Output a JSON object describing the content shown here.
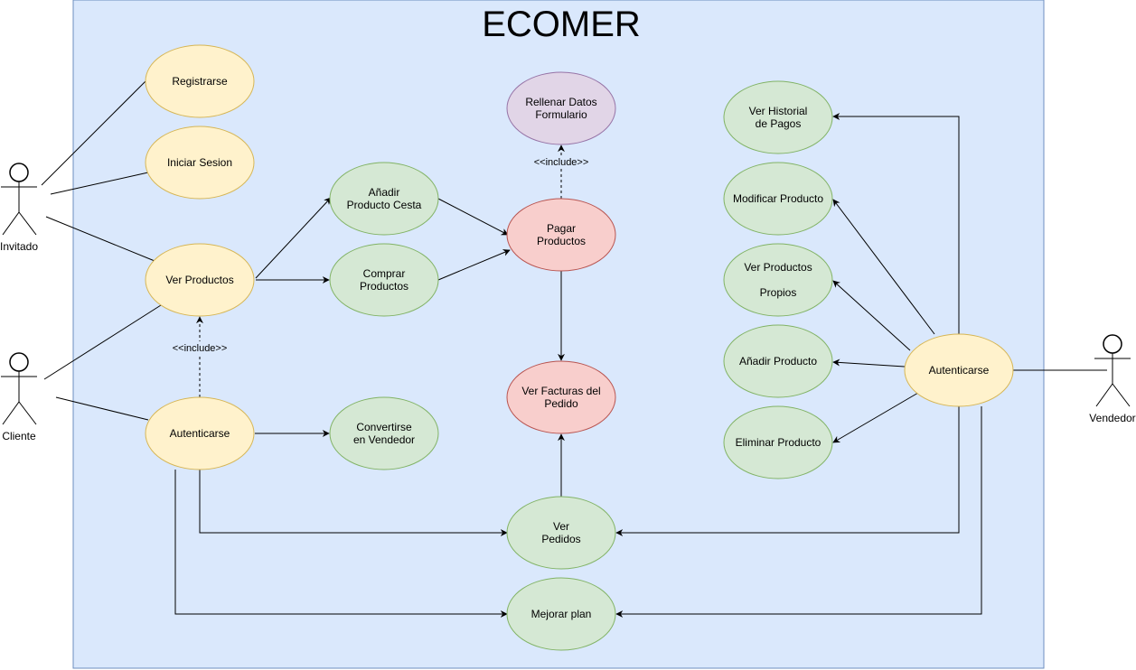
{
  "system": {
    "title": "ECOMER"
  },
  "actors": {
    "invitado": "Invitado",
    "cliente": "Cliente",
    "vendedor": "Vendedor"
  },
  "use_cases": {
    "registrarse": [
      "Registrarse"
    ],
    "iniciar_sesion": [
      "Iniciar Sesion"
    ],
    "ver_productos": [
      "Ver Productos"
    ],
    "autenticarse_cliente": [
      "Autenticarse"
    ],
    "anadir_producto_cesta": [
      "Añadir",
      "Producto Cesta"
    ],
    "comprar_productos": [
      "Comprar",
      "Productos"
    ],
    "convertirse_vendedor": [
      "Convertirse",
      "en Vendedor"
    ],
    "rellenar_datos": [
      "Rellenar Datos",
      "Formulario"
    ],
    "pagar_productos": [
      "Pagar",
      "Productos"
    ],
    "ver_facturas": [
      "Ver Facturas del",
      "Pedido"
    ],
    "ver_pedidos": [
      "Ver",
      "Pedidos"
    ],
    "mejorar_plan": [
      "Mejorar plan"
    ],
    "ver_historial": [
      "Ver Historial",
      "de Pagos"
    ],
    "modificar_producto": [
      "Modificar Producto"
    ],
    "ver_productos_propios": [
      "Ver Productos",
      "",
      "Propios"
    ],
    "anadir_producto": [
      "Añadir Producto"
    ],
    "eliminar_producto": [
      "Eliminar Producto"
    ],
    "autenticarse_vendedor": [
      "Autenticarse"
    ]
  },
  "labels": {
    "include_pagar": "<<include>>",
    "include_autenticar": "<<include>>"
  },
  "colors": {
    "system_fill": "#dae8fc",
    "system_stroke": "#6c8ebf",
    "yellow_fill": "#fff2cc",
    "yellow_stroke": "#d6b656",
    "green_fill": "#d5e8d4",
    "green_stroke": "#82b366",
    "red_fill": "#f8cecc",
    "red_stroke": "#b85450",
    "purple_fill": "#e1d5e7",
    "purple_stroke": "#9673a6"
  }
}
